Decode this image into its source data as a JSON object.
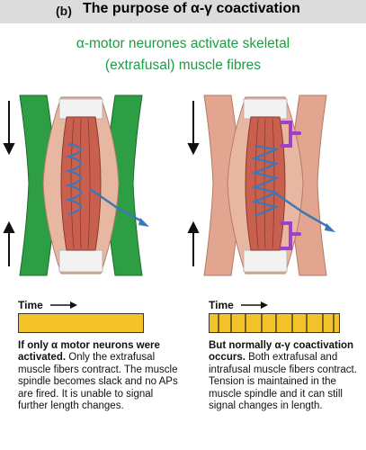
{
  "header": {
    "tag": "(b)",
    "title": "The purpose of α-γ coactivation"
  },
  "subtitle": {
    "line1": "α-motor neurones activate skeletal",
    "line2": "(extrafusal) muscle fibres"
  },
  "left_panel": {
    "time_label": "Time",
    "caption_bold": "If only α motor neurons were activated.",
    "caption_text": " Only the extrafusal muscle fibers contract. The muscle spindle becomes slack and no APs are fired. It is unable to signal further length changes."
  },
  "right_panel": {
    "time_label": "Time",
    "caption_bold": "But normally α-γ coactivation occurs.",
    "caption_text": " Both extrafusal and intrafusal muscle fibers contract. Tension is maintained in the muscle spindle and it can still signal changes in length."
  },
  "colors": {
    "title_green": "#1f9a45",
    "muscle_red": "#c9604f",
    "spindle_blue": "#3a78b8",
    "gamma_purple": "#a040c8",
    "timebar_yellow": "#f4c32a"
  }
}
